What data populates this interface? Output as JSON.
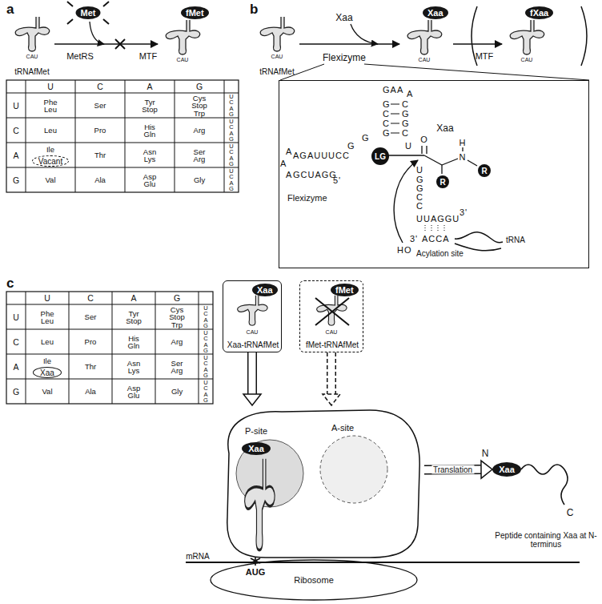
{
  "diagram": {
    "nodes": [
      {
        "text": [
          "tRNAfMet"
        ]
      },
      {
        "text": [
          "fMet"
        ]
      },
      {
        "text": [
          "Vacant"
        ]
      },
      {
        "text": [
          "tRNAfMet"
        ]
      },
      {
        "text": [
          "Xaa"
        ]
      },
      {
        "text": [
          "fXaa"
        ]
      },
      {
        "text": [
          "Flexizyme"
        ]
      },
      {
        "text": [
          "LG"
        ],
        "in": 6
      },
      {
        "text": [
          "R"
        ],
        "in": 6
      },
      {
        "text": [
          "R"
        ],
        "in": 6
      },
      {
        "text": [
          "Xaa"
        ]
      },
      {
        "text": [
          "Xaa",
          "Xaa-tRNAfMet"
        ]
      },
      {
        "text": [
          "fMet",
          "fMet-tRNAfMet"
        ]
      },
      {
        "text": [
          "P-site",
          "A-site"
        ]
      },
      {
        "text": [
          "Xaa"
        ],
        "in": 13
      },
      {
        "text": [
          "Ribosome"
        ]
      },
      {
        "text": [
          "Xaa"
        ]
      }
    ],
    "edges": [
      {
        "from": 0,
        "to": 1,
        "arrow": "to"
      },
      {
        "from": 3,
        "to": 4,
        "arrow": "to"
      },
      {
        "from": 4,
        "to": 5,
        "arrow": "to"
      },
      {
        "from": 11,
        "to": 13,
        "arrow": "to"
      },
      {
        "from": 12,
        "to": 13,
        "arrow": "to"
      },
      {
        "from": 13,
        "to": 16,
        "label": "Translation",
        "arrow": "to"
      }
    ],
    "labels": [
      "a",
      "Met",
      "MetRS",
      "MTF",
      "CAU",
      "CAU",
      "U",
      "C",
      "A",
      "G",
      "U",
      "Phe Leu",
      "Ser",
      "Tyr Stop",
      "Cys Stop Trp",
      "UCAG",
      "C",
      "Leu",
      "Pro",
      "His Gln",
      "Arg",
      "UCAG",
      "A",
      "Ile",
      "Thr",
      "Asn Lys",
      "Ser Arg",
      "UCAG",
      "G",
      "Val",
      "Ala",
      "Asp Glu",
      "Gly",
      "UCAG",
      "b",
      "Xaa",
      "Flexizyme",
      "MTF",
      "CAU",
      "CAU",
      "CAU",
      "A",
      "AGAUUUCC",
      "A",
      "A",
      "GCUAGG",
      "5'",
      "GAA",
      "A",
      "GCCG",
      "CGGC",
      "G",
      "G",
      "U",
      "U",
      "GGCC",
      "UUAGGU",
      "3'",
      "ACCA",
      "3'",
      "HO",
      "Acylation site",
      "Xaa",
      "O",
      "N",
      "H",
      "tRNA",
      "c",
      "U",
      "C",
      "A",
      "G",
      "U",
      "Phe Leu",
      "Ser",
      "Tyr Stop",
      "Cys Stop Trp",
      "UCAG",
      "C",
      "Leu",
      "Pro",
      "His Gln",
      "Arg",
      "UCAG",
      "A",
      "Ile",
      "Thr",
      "Asn Lys",
      "Ser Arg",
      "UCAG",
      "G",
      "Val",
      "Ala",
      "Asp Glu",
      "Gly",
      "UCAG",
      "CAU",
      "CAU",
      "mRNA",
      "AUG",
      "N",
      "C",
      "Peptide containing Xaa at N-terminus"
    ]
  }
}
